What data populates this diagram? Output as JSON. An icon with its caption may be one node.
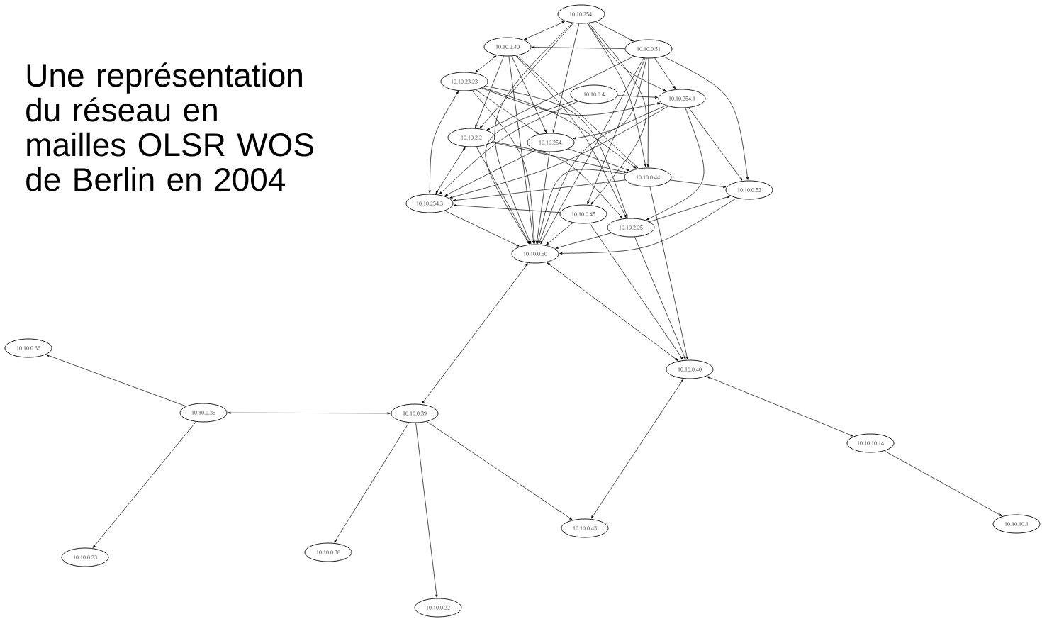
{
  "diagram": {
    "title": "Une représentation du réseau en mailles OLSR WOS de Berlin en 2004",
    "nodes": [
      {
        "text": [
          "10.10.254."
        ]
      },
      {
        "text": [
          "10.10.2.40"
        ]
      },
      {
        "text": [
          "10.10.0.51"
        ]
      },
      {
        "text": [
          "10.10.23.23"
        ]
      },
      {
        "text": [
          "10.10.0.4"
        ]
      },
      {
        "text": [
          "10.10.254.1"
        ]
      },
      {
        "text": [
          "10.10.2.2"
        ]
      },
      {
        "text": [
          "10.10.254."
        ]
      },
      {
        "text": [
          "10.10.0.44"
        ]
      },
      {
        "text": [
          "10.10.0.52"
        ]
      },
      {
        "text": [
          "10.10.254.3"
        ]
      },
      {
        "text": [
          "10.10.0.45"
        ]
      },
      {
        "text": [
          "10.10.2.25"
        ]
      },
      {
        "text": [
          "10.10.0.50"
        ]
      },
      {
        "text": [
          "10.10.0.36"
        ]
      },
      {
        "text": [
          "10.10.0.35"
        ]
      },
      {
        "text": [
          "10.10.0.39"
        ]
      },
      {
        "text": [
          "10.10.0.40"
        ]
      },
      {
        "text": [
          "10.10.10.14"
        ]
      },
      {
        "text": [
          "10.10.0.23"
        ]
      },
      {
        "text": [
          "10.10.0.38"
        ]
      },
      {
        "text": [
          "10.10.0.22"
        ]
      },
      {
        "text": [
          "10.10.0.43"
        ]
      },
      {
        "text": [
          "10.10.10.1"
        ]
      }
    ],
    "edges": [
      {
        "from": 0,
        "to": 13,
        "arrow": "to"
      },
      {
        "from": 1,
        "to": 13,
        "arrow": "to"
      },
      {
        "from": 2,
        "to": 13,
        "arrow": "to"
      },
      {
        "from": 3,
        "to": 13,
        "arrow": "to"
      },
      {
        "from": 4,
        "to": 13,
        "arrow": "to"
      },
      {
        "from": 5,
        "to": 13,
        "arrow": "to"
      },
      {
        "from": 6,
        "to": 13,
        "arrow": "to"
      },
      {
        "from": 7,
        "to": 13,
        "arrow": "to"
      },
      {
        "from": 8,
        "to": 13,
        "arrow": "to"
      },
      {
        "from": 9,
        "to": 13,
        "arrow": "to"
      },
      {
        "from": 10,
        "to": 13,
        "arrow": "to"
      },
      {
        "from": 11,
        "to": 13,
        "arrow": "to"
      },
      {
        "from": 12,
        "to": 13,
        "arrow": "to"
      },
      {
        "from": 1,
        "to": 0,
        "arrow": "both"
      },
      {
        "from": 3,
        "to": 1,
        "arrow": "both"
      },
      {
        "from": 0,
        "to": 2,
        "arrow": "to"
      },
      {
        "from": 2,
        "to": 1,
        "arrow": "to"
      },
      {
        "from": 3,
        "to": 5,
        "arrow": "to"
      },
      {
        "from": 4,
        "to": 5,
        "arrow": "to"
      },
      {
        "from": 3,
        "to": 10,
        "arrow": "both"
      },
      {
        "from": 6,
        "to": 10,
        "arrow": "both"
      },
      {
        "from": 0,
        "to": 5,
        "arrow": "to"
      },
      {
        "from": 2,
        "to": 5,
        "arrow": "to"
      },
      {
        "from": 5,
        "to": 9,
        "arrow": "to"
      },
      {
        "from": 2,
        "to": 9,
        "arrow": "to"
      },
      {
        "from": 8,
        "to": 9,
        "arrow": "to"
      },
      {
        "from": 12,
        "to": 9,
        "arrow": "to"
      },
      {
        "from": 7,
        "to": 8,
        "arrow": "to"
      },
      {
        "from": 6,
        "to": 8,
        "arrow": "to"
      },
      {
        "from": 3,
        "to": 8,
        "arrow": "to"
      },
      {
        "from": 1,
        "to": 8,
        "arrow": "to"
      },
      {
        "from": 0,
        "to": 8,
        "arrow": "to"
      },
      {
        "from": 2,
        "to": 8,
        "arrow": "to"
      },
      {
        "from": 0,
        "to": 6,
        "arrow": "to"
      },
      {
        "from": 1,
        "to": 6,
        "arrow": "to"
      },
      {
        "from": 3,
        "to": 12,
        "arrow": "to"
      },
      {
        "from": 6,
        "to": 12,
        "arrow": "to"
      },
      {
        "from": 1,
        "to": 12,
        "arrow": "to"
      },
      {
        "from": 4,
        "to": 10,
        "arrow": "to"
      },
      {
        "from": 7,
        "to": 10,
        "arrow": "to"
      },
      {
        "from": 11,
        "to": 10,
        "arrow": "to"
      },
      {
        "from": 8,
        "to": 10,
        "arrow": "to"
      },
      {
        "from": 5,
        "to": 10,
        "arrow": "to"
      },
      {
        "from": 2,
        "to": 6,
        "arrow": "to"
      },
      {
        "from": 0,
        "to": 11,
        "arrow": "to"
      },
      {
        "from": 2,
        "to": 11,
        "arrow": "to"
      },
      {
        "from": 5,
        "to": 12,
        "arrow": "to"
      },
      {
        "from": 1,
        "to": 7,
        "arrow": "to"
      },
      {
        "from": 3,
        "to": 7,
        "arrow": "to"
      },
      {
        "from": 0,
        "to": 7,
        "arrow": "to"
      },
      {
        "from": 2,
        "to": 7,
        "arrow": "to"
      },
      {
        "from": 13,
        "to": 16,
        "arrow": "both"
      },
      {
        "from": 13,
        "to": 17,
        "arrow": "both"
      },
      {
        "from": 11,
        "to": 17,
        "arrow": "to"
      },
      {
        "from": 12,
        "to": 17,
        "arrow": "to"
      },
      {
        "from": 8,
        "to": 17,
        "arrow": "to"
      },
      {
        "from": 15,
        "to": 14,
        "arrow": "to"
      },
      {
        "from": 15,
        "to": 16,
        "arrow": "both"
      },
      {
        "from": 15,
        "to": 19,
        "arrow": "to"
      },
      {
        "from": 16,
        "to": 20,
        "arrow": "to"
      },
      {
        "from": 16,
        "to": 21,
        "arrow": "to"
      },
      {
        "from": 16,
        "to": 22,
        "arrow": "to"
      },
      {
        "from": 17,
        "to": 22,
        "arrow": "both"
      },
      {
        "from": 17,
        "to": 18,
        "arrow": "both"
      },
      {
        "from": 18,
        "to": 23,
        "arrow": "to"
      }
    ]
  }
}
